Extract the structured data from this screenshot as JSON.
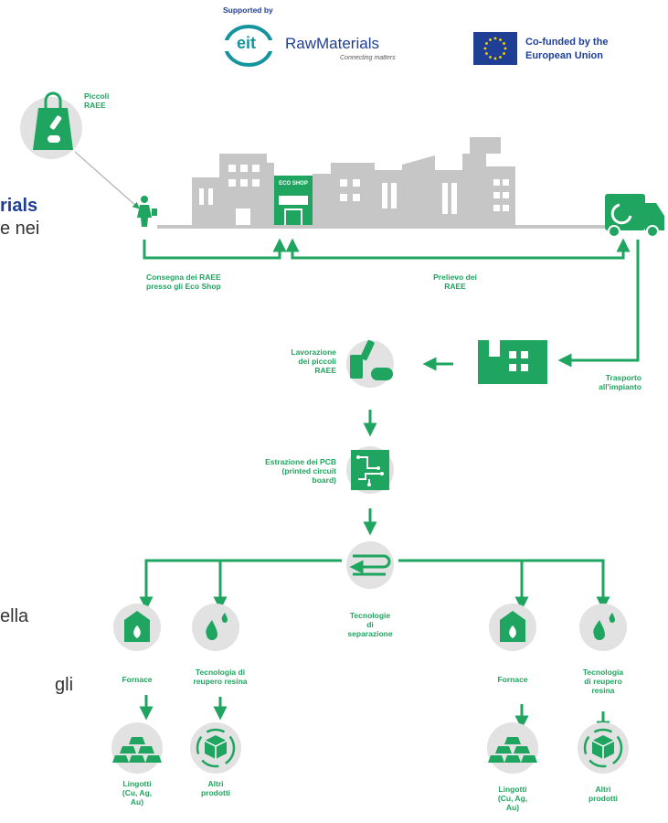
{
  "header": {
    "supported_by": "Supported by",
    "logo_eit": "eit",
    "logo_name": "RawMaterials",
    "logo_tagline": "Connecting matters",
    "eu_line1": "Co-funded by the",
    "eu_line2": "European Union"
  },
  "left_text": {
    "frag1": "rials",
    "frag2": "e nei",
    "frag3": "ella",
    "frag4": "gli"
  },
  "labels": {
    "piccoli_raee": "Piccoli\nRAEE",
    "eco_shop": "ECO SHOP",
    "consegna": "Consegna dei RAEE\npresso gli Eco Shop",
    "prelievo": "Prelievo dei\nRAEE",
    "lavorazione": "Lavorazione\ndei piccoli\nRAEE",
    "trasporto": "Trasporto\nall'impianto",
    "estrazione": "Estrazione dei PCB\n(printed circuit\nboard)",
    "tecnologie": "Tecnologie\ndi\nseparazione",
    "fornace_left": "Fornace",
    "resina_left": "Tecnologia di\nreupero resina",
    "fornace_right": "Fornace",
    "resina_right": "Tecnologia\ndi reupero\nresina",
    "lingotti_left": "Lingotti\n(Cu, Ag,\nAu)",
    "altri_left": "Altri\nprodotti",
    "lingotti_right": "Lingotti\n(Cu, Ag,\nAu)",
    "altri_right": "Altri\nprodotti"
  },
  "colors": {
    "accent": "#1fa55f",
    "city_gray": "#c6c6c6",
    "circle_gray": "#e2e2e2",
    "eu_blue": "#1f3f95",
    "eu_star": "#ffd500",
    "eit_teal": "#14949d"
  }
}
